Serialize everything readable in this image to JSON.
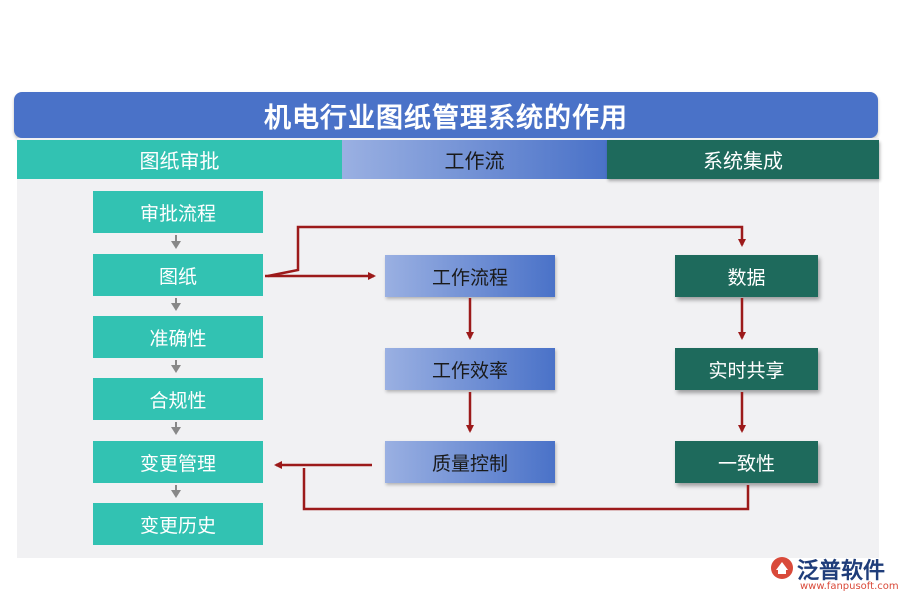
{
  "title": "机电行业图纸管理系统的作用",
  "headers": {
    "approval": "图纸审批",
    "workflow": "工作流",
    "integration": "系统集成"
  },
  "approval_column": [
    "审批流程",
    "图纸",
    "准确性",
    "合规性",
    "变更管理",
    "变更历史"
  ],
  "workflow_column": [
    "工作流程",
    "工作效率",
    "质量控制"
  ],
  "integration_column": [
    "数据",
    "实时共享",
    "一致性"
  ],
  "colors": {
    "title_bar": "#4a72c8",
    "teal": "#32c2b2",
    "dark_green": "#1e6a5c",
    "arrow_red": "#9c1a1a",
    "arrow_gray": "#888888"
  },
  "logo": {
    "name": "泛普软件",
    "url": "www.fanpusoft.com"
  }
}
